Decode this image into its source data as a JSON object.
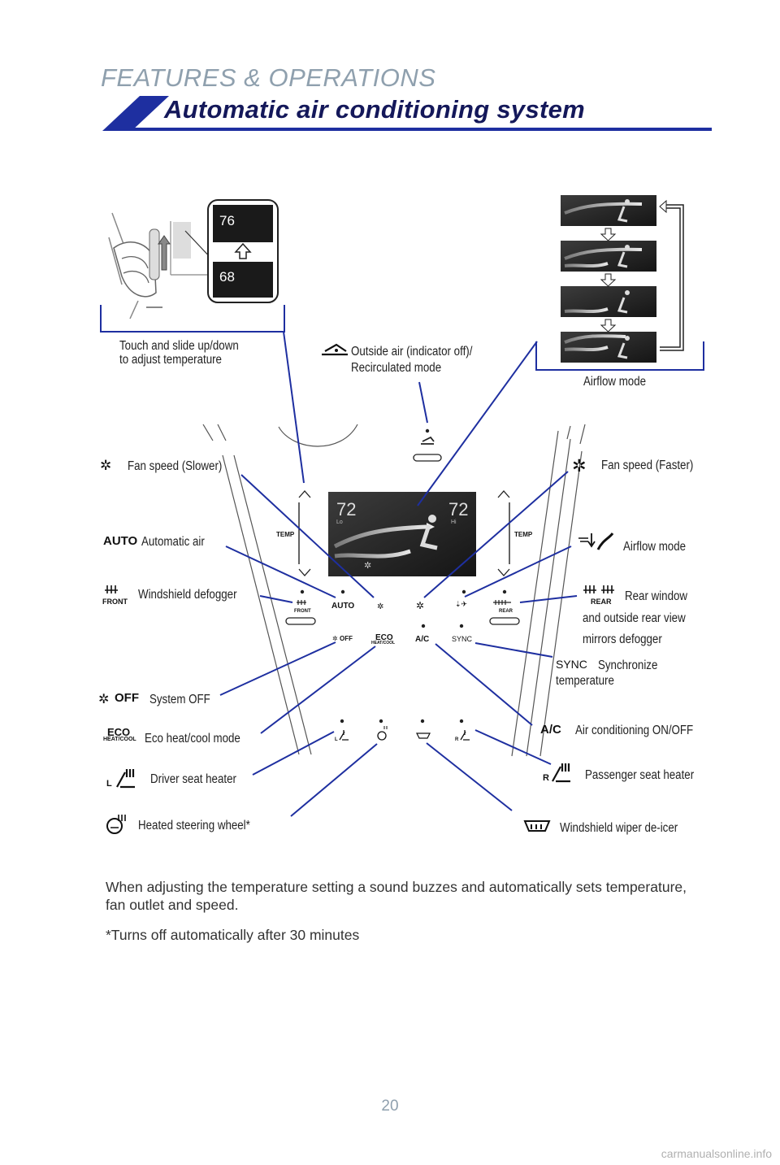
{
  "header": {
    "section": "FEATURES & OPERATIONS",
    "title": "Automatic air conditioning system",
    "accent_color": "#1e2fa0"
  },
  "touch_panel": {
    "temp_high": "76",
    "temp_low": "68",
    "caption_line1": "Touch and slide up/down",
    "caption_line2": "to adjust temperature"
  },
  "airflow_panel": {
    "caption": "Airflow mode"
  },
  "display": {
    "left_temp": "72",
    "right_temp": "72",
    "left_hint": "Lo",
    "right_hint": "Hi",
    "temp_label": "TEMP"
  },
  "buttons": {
    "auto": "AUTO",
    "off": "OFF",
    "eco": "ECO",
    "eco_sub": "HEAT/COOL",
    "ac": "A/C",
    "sync": "SYNC",
    "front": "FRONT",
    "rear": "REAR",
    "l": "L",
    "r": "R"
  },
  "labels": {
    "outside_air_1": "Outside air (indicator off)/",
    "outside_air_2": "Recirculated mode",
    "fan_slower": "Fan speed (Slower)",
    "fan_faster": "Fan speed (Faster)",
    "auto_air": "Automatic air",
    "airflow_mode": "Airflow mode",
    "windshield_defogger": "Windshield defogger",
    "rear_window_1": "Rear window",
    "rear_window_2": "and outside rear view",
    "rear_window_3": "mirrors defogger",
    "sync_1": "Synchronize",
    "sync_2": "temperature",
    "system_off": "System OFF",
    "eco_mode": "Eco heat/cool mode",
    "ac_onoff": "Air conditioning ON/OFF",
    "driver_seat": "Driver seat heater",
    "passenger_seat": "Passenger seat heater",
    "steering": "Heated steering wheel*",
    "wiper_deicer": "Windshield wiper de-icer"
  },
  "body": {
    "paragraph": "When adjusting the temperature setting a sound buzzes and automatically sets temperature, fan outlet and speed.",
    "footnote": "*Turns off automatically after 30 minutes"
  },
  "page_number": "20",
  "watermark": "carmanualsonline.info"
}
